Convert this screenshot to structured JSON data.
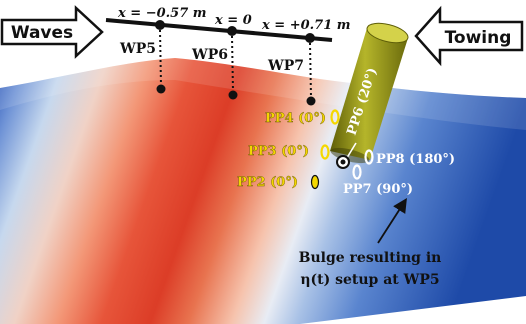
{
  "arrows": {
    "waves": "Waves",
    "towing": "Towing"
  },
  "positions": {
    "left": "x = −0.57 m",
    "center": "x = 0",
    "right": "x = +0.71 m"
  },
  "wave_probes": {
    "wp5": "WP5",
    "wp6": "WP6",
    "wp7": "WP7"
  },
  "cylinder_label": "PP6 (20°)",
  "pressure_probes": {
    "pp4": "PP4 (0°)",
    "pp3": "PP3 (0°)",
    "pp2": "PP2 (0°)",
    "pp8": "PP8 (180°)",
    "pp7": "PP7 (90°)"
  },
  "annotation": {
    "line1": "Bulge resulting in",
    "line2": "η(t) setup at WP5"
  },
  "colors": {
    "crest": "#d7301f",
    "trough": "#1f4fb4",
    "cylinder": "#9a9a18",
    "probe_yellow": "#f5d800"
  }
}
